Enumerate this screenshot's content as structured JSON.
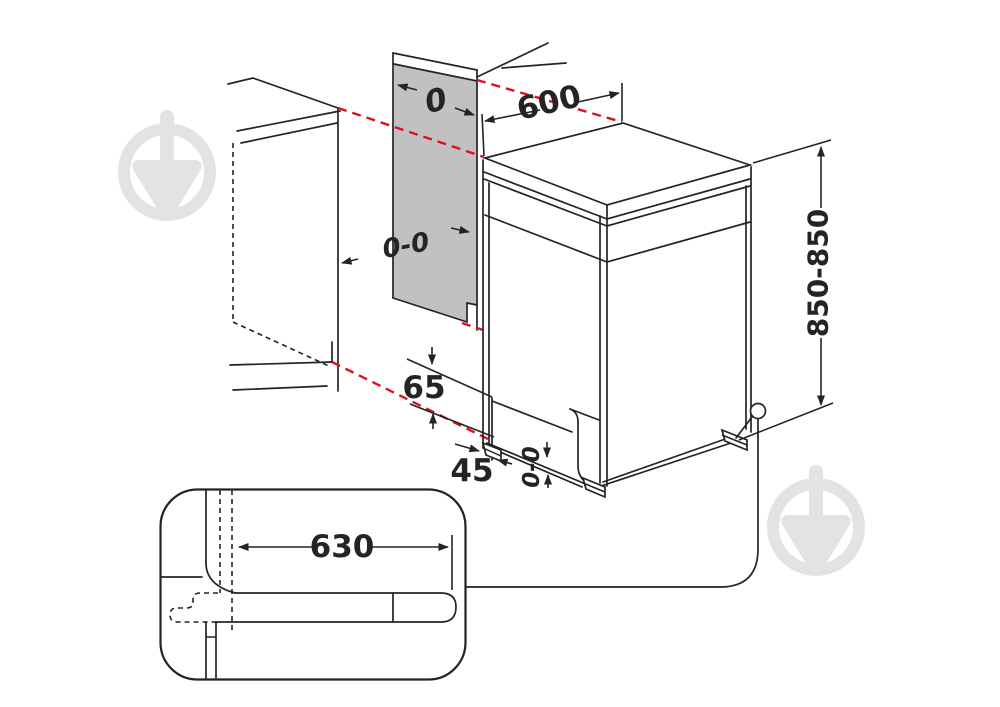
{
  "diagram": {
    "kind": "appliance-installation-dimension-drawing",
    "subject": "freestanding dishwasher beside kitchen cabinet with drain-hose detail inset"
  },
  "labels": {
    "top_gap": "0",
    "width": "600",
    "side_gap": "0-0",
    "plinth_clearance": "65",
    "foot_offset": "45",
    "leveling_feet": "0-0",
    "height": "850-850",
    "hose_distance": "630"
  },
  "colors": {
    "background": "#ffffff",
    "line": "#242424",
    "dimension_red": "#e01020",
    "panel_fill": "#c1c1c1",
    "watermark": "#e3e3e3"
  }
}
